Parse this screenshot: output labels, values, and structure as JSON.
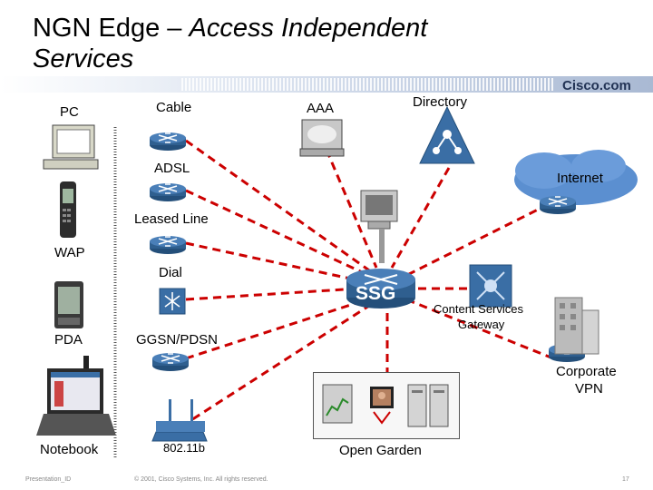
{
  "slide": {
    "title_part1": "NGN Edge – ",
    "title_part2": "Access Independent",
    "title_line2": "Services",
    "logo": "Cisco.com"
  },
  "labels": {
    "pc": "PC",
    "wap": "WAP",
    "pda": "PDA",
    "notebook": "Notebook",
    "cable": "Cable",
    "adsl": "ADSL",
    "leased_line": "Leased Line",
    "dial": "Dial",
    "ggsn": "GGSN/PDSN",
    "wifi": "802.11b",
    "aaa": "AAA",
    "directory": "Directory",
    "internet": "Internet",
    "ssg": "SSG",
    "content_gateway_line1": "Content Services",
    "content_gateway_line2": "Gateway",
    "corporate_line1": "Corporate",
    "corporate_line2": "VPN",
    "open_garden": "Open Garden"
  },
  "footer": {
    "left": "Presentation_ID",
    "center": "© 2001, Cisco Systems, Inc. All rights reserved.",
    "page": "17"
  },
  "colors": {
    "link": "#cc0000",
    "router_blue": "#3a6ea5",
    "cloud_blue": "#5b8fd0"
  }
}
